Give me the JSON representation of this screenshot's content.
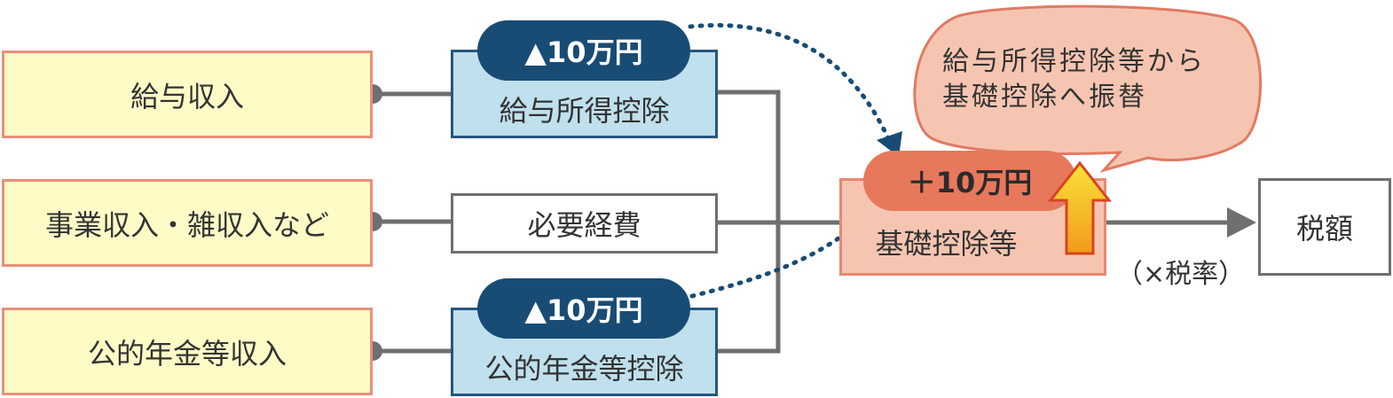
{
  "income": {
    "salary": "給与収入",
    "business": "事業収入・雑収入など",
    "pension": "公的年金等収入"
  },
  "deductions": {
    "salary_deduction": "給与所得控除",
    "expenses": "必要経費",
    "pension_deduction": "公的年金等控除",
    "basic_deduction": "基礎控除等"
  },
  "changes": {
    "salary_minus": "▲10万円",
    "pension_minus": "▲10万円",
    "basic_plus": "＋10万円"
  },
  "speech": {
    "line1": "給与所得控除等から",
    "line2": "基礎控除へ振替"
  },
  "result": {
    "tax": "税額",
    "rate_note": "（×税率）"
  },
  "colors": {
    "navy": "#194c74",
    "salmon": "#e8785c",
    "light_blue": "#bfe0ec",
    "cream": "#fefbc7",
    "peach": "#f6c5b1",
    "gray": "#6f6f6f"
  }
}
